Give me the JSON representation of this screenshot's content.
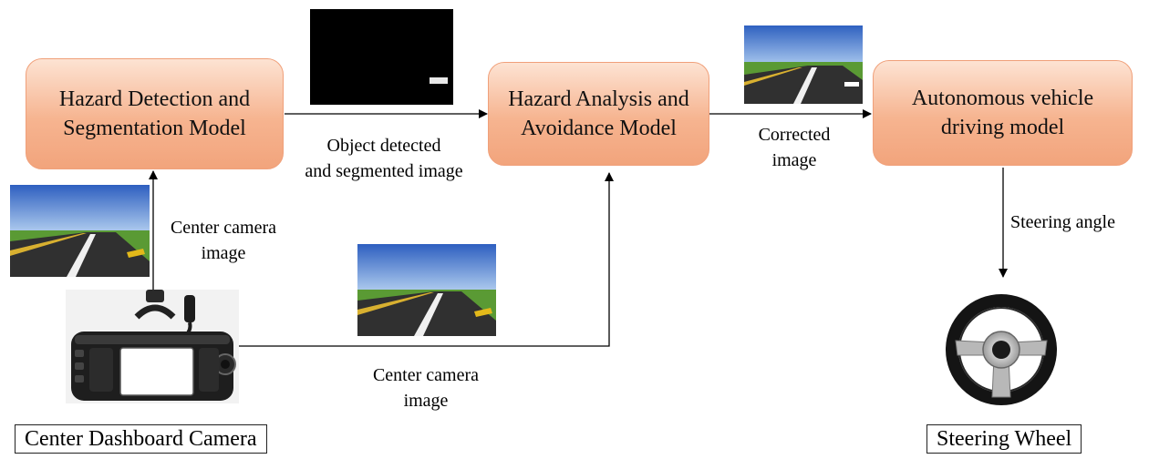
{
  "boxes": {
    "hazard_detection": "Hazard Detection and\nSegmentation Model",
    "hazard_analysis": "Hazard Analysis and\nAvoidance Model",
    "driving_model": "Autonomous vehicle\ndriving model"
  },
  "labels": {
    "object_detected": "Object detected\nand segmented  image",
    "corrected": "Corrected\nimage",
    "center_camera_upper": "Center camera\nimage",
    "center_camera_lower": "Center camera\nimage",
    "steering_angle": "Steering  angle"
  },
  "captions": {
    "camera": "Center Dashboard Camera",
    "wheel": "Steering Wheel"
  },
  "colors": {
    "box_fill": "#f6b490",
    "box_border": "#f0a07a",
    "sky": "#3f73c9",
    "grass": "#5a9a34",
    "road": "#2e2e2e",
    "hazard_marker": "#e3b91a"
  },
  "icons": {
    "camera": "dashboard-camera-icon",
    "wheel": "steering-wheel-icon"
  }
}
